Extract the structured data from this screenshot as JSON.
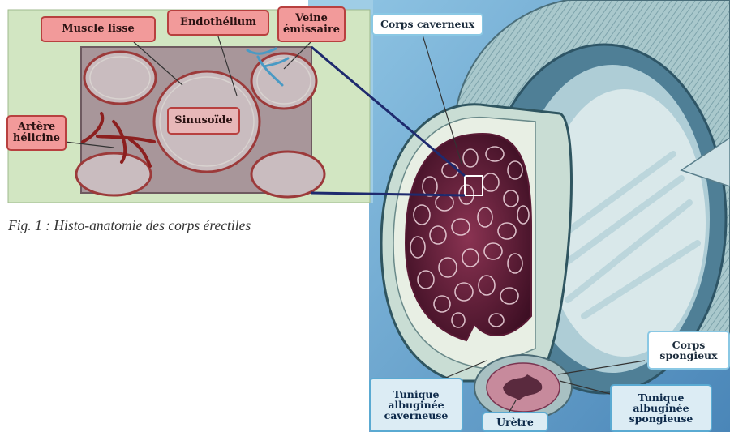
{
  "histology_labels": {
    "muscle_lisse": "Muscle lisse",
    "endothelium": "Endothélium",
    "veine_emissaire": "Veine émissaire",
    "artere_helicine": "Artère hélicine",
    "sinusoide": "Sinusoïde"
  },
  "anatomy_labels": {
    "corps_caverneux": "Corps caverneux",
    "corps_spongieux": "Corps spongieux",
    "tunique_albuginee_caverneuse": "Tunique albuginée caverneuse",
    "tunique_albuginee_spongieuse": "Tunique albuginée spongieuse",
    "uretre": "Urètre"
  },
  "caption": "Fig. 1 : Histo-anatomie des corps érectiles",
  "colors": {
    "inset_background": "#d2e6c2",
    "tissue_fill": "#a8969a",
    "muscle_red": "#9c3a3a",
    "vein_blue": "#4a9ac4",
    "background_blue": "#6fa9cf",
    "cavernous_tissue": "#6e2440",
    "label_red_fill": "#f29a9a",
    "label_blue_fill": "#cfe9f6"
  }
}
